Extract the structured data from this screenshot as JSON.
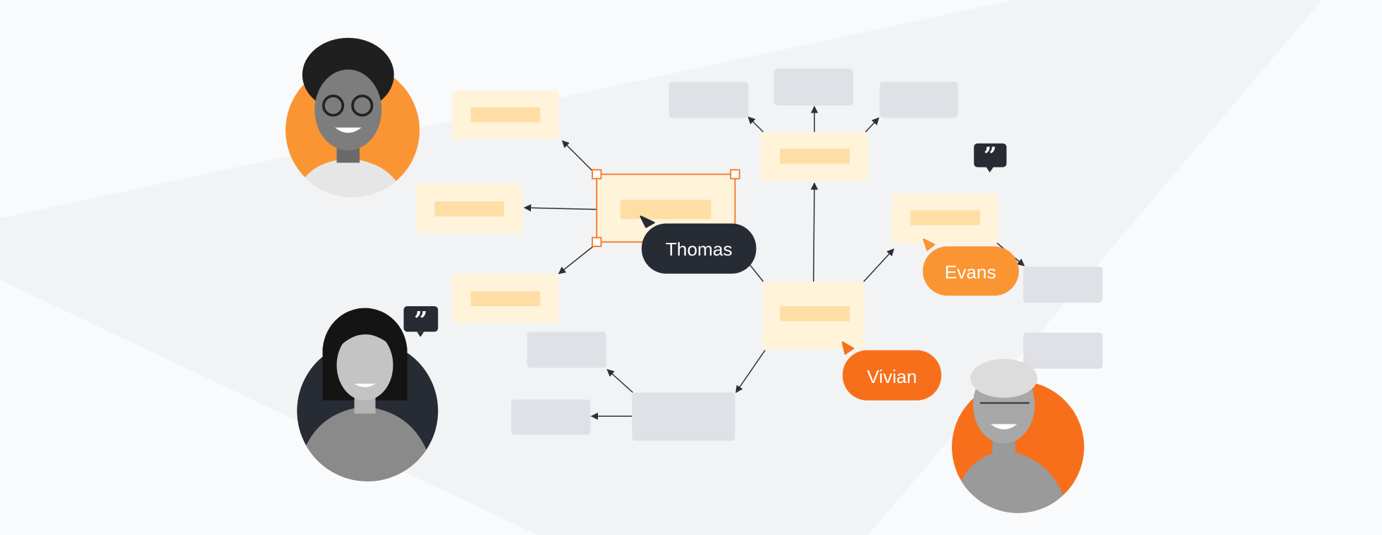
{
  "collaborators": [
    {
      "name": "Thomas",
      "color": "#272b33"
    },
    {
      "name": "Evans",
      "color": "#fb9533"
    },
    {
      "name": "Vivian",
      "color": "#f76f1a"
    }
  ],
  "colors": {
    "background": "#f9fafb",
    "band": "#f2f3f5",
    "node_fill": "#fff3da",
    "node_bar": "#ffdea6",
    "gray_node": "#dfe1e6",
    "selection": "#f47a2a",
    "arrow": "#2b2f36"
  },
  "icons": [
    "quote-bubble-icon",
    "cursor-arrow-icon"
  ]
}
